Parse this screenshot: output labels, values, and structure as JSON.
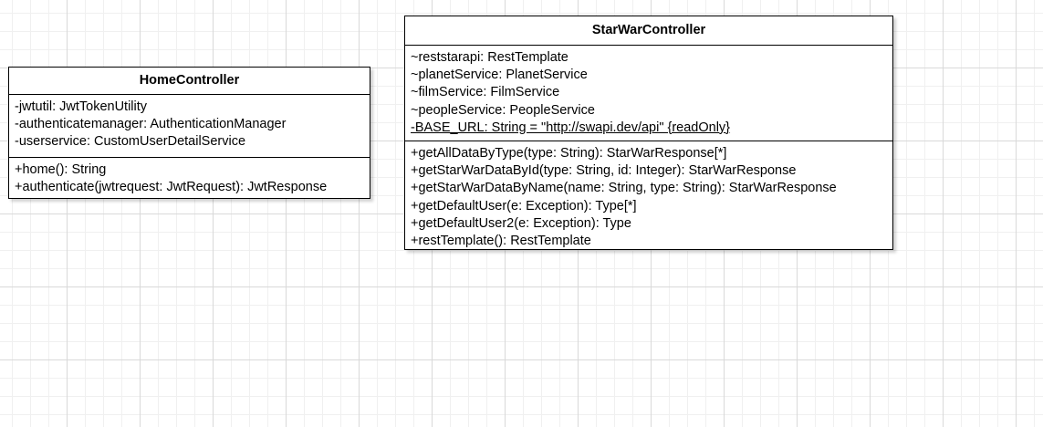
{
  "classes": {
    "home": {
      "name": "HomeController",
      "attributes": [
        "-jwtutil: JwtTokenUtility",
        "-authenticatemanager: AuthenticationManager",
        "-userservice: CustomUserDetailService"
      ],
      "methods": [
        "+home(): String",
        "+authenticate(jwtrequest: JwtRequest): JwtResponse"
      ]
    },
    "starwar": {
      "name": "StarWarController",
      "attributes": [
        "~reststarapi: RestTemplate",
        "~planetService: PlanetService",
        "~filmService: FilmService",
        "~peopleService: PeopleService",
        "-BASE_URL: String = \"http://swapi.dev/api\" {readOnly}"
      ],
      "methods": [
        "+getAllDataByType(type: String): StarWarResponse[*]",
        "+getStarWarDataById(type: String, id: Integer): StarWarResponse",
        "+getStarWarDataByName(name: String, type: String): StarWarResponse",
        "+getDefaultUser(e: Exception): Type[*]",
        "+getDefaultUser2(e: Exception): Type",
        "+restTemplate(): RestTemplate"
      ]
    }
  }
}
